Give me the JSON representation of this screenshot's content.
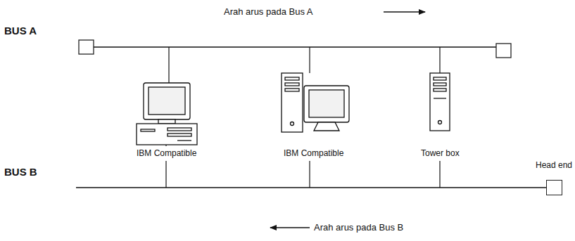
{
  "diagram": {
    "nodes": [
      {
        "text": [
          "IBM Compatible"
        ]
      },
      {
        "text": [
          "IBM Compatible"
        ]
      },
      {
        "text": [
          "Tower box"
        ]
      },
      {
        "text": [
          "Head end"
        ]
      }
    ],
    "labels": [
      "BUS A",
      "BUS B",
      "Arah arus pada Bus A",
      "Arah arus pada Bus B"
    ]
  }
}
